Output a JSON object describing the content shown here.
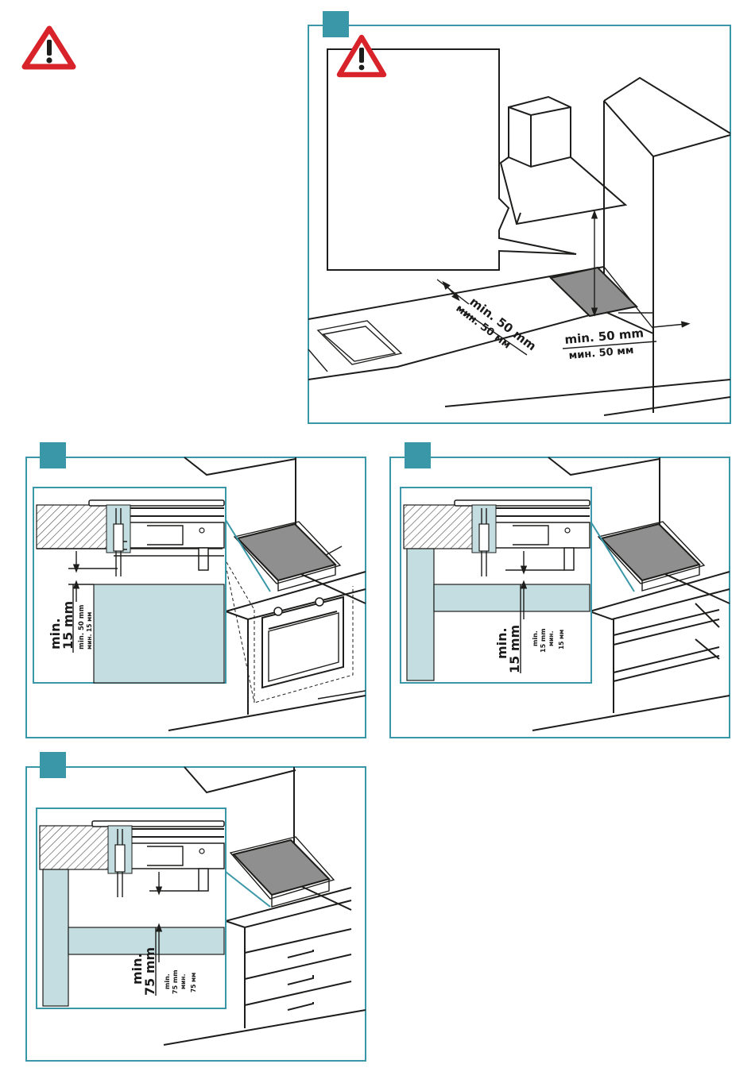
{
  "colors": {
    "accent_teal": "#3a97a8",
    "warning_red": "#d8232a",
    "clearance_blue": "#c3dde0",
    "hob_grey": "#8f8f8f"
  },
  "icons": {
    "warning": "warning-triangle-icon"
  },
  "panels": {
    "top": {
      "side_clearance": {
        "line1": "min. 50 mm",
        "line2": "мин. 50 мм"
      },
      "back_clearance": {
        "line1": "min. 50 mm",
        "line2": "мин. 50 мм"
      }
    },
    "oven": {
      "big_line1": "min.",
      "big_line2": "15 mm",
      "small_line1": "min. 50 mm",
      "small_line2": "мин. 15 мм"
    },
    "shelf": {
      "big_line1": "min.",
      "big_line2": "15 mm",
      "small_line1": "min.",
      "small_line2": "15 mm",
      "small_line3": "мин.",
      "small_line4": "15 мм"
    },
    "drawers": {
      "big_line1": "min.",
      "big_line2": "75 mm",
      "small_line1": "min.",
      "small_line2": "75 mm",
      "small_line3": "мин.",
      "small_line4": "75 мм"
    }
  }
}
